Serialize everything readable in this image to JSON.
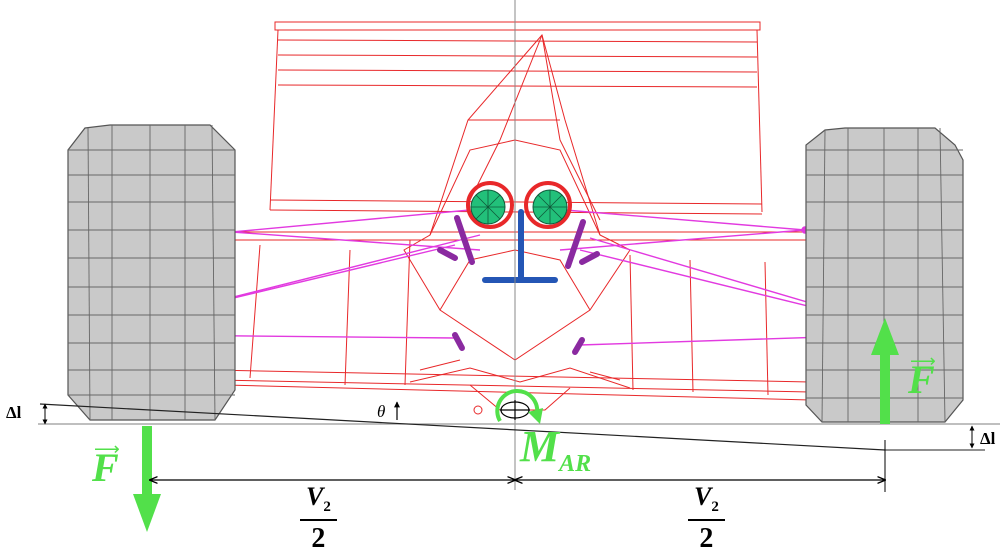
{
  "labels": {
    "force_left": "F",
    "force_right": "F",
    "moment_main": "M",
    "moment_sub": "AR",
    "delta_left": "Δl",
    "delta_right": "Δl",
    "theta": "θ",
    "half_track_left_num": "V",
    "half_track_left_sub": "2",
    "half_track_left_den": "2",
    "half_track_right_num": "V",
    "half_track_right_sub": "2",
    "half_track_right_den": "2"
  },
  "colors": {
    "chassis": "#e8282a",
    "suspension": "#e23ae0",
    "tyre_fill": "#c9c9c9",
    "tyre_line": "#555555",
    "force_arrow": "#52e04a",
    "dimension": "#000000",
    "hub_green": "#22c07a",
    "steer_blue": "#2456b5",
    "pushrod": "#8a2aa0"
  },
  "icons": {
    "force": "arrow-icon",
    "moment": "curved-arrow-icon"
  }
}
